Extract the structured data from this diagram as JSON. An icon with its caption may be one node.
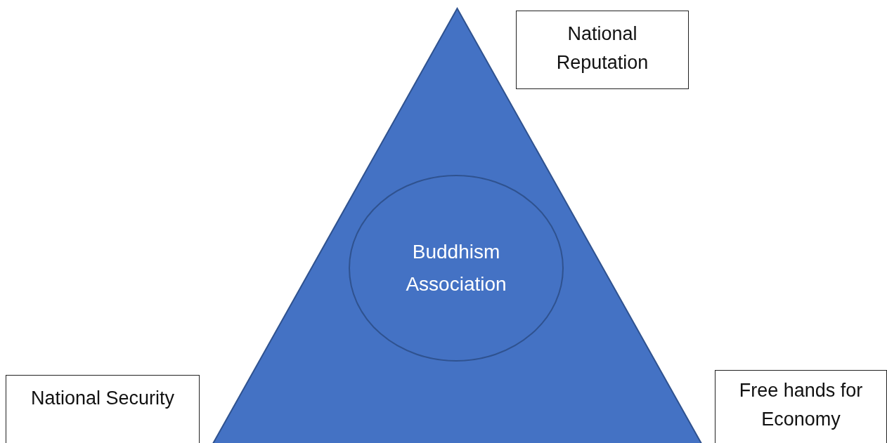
{
  "diagram": {
    "nodes": [
      {
        "text": [],
        "shape": "triangle"
      },
      {
        "text": [
          "Buddhism Association"
        ],
        "in": 0
      },
      {
        "text": [
          "National Reputation"
        ]
      },
      {
        "text": [
          "National Security"
        ]
      },
      {
        "text": [
          "Free hands for Economy"
        ]
      }
    ]
  }
}
